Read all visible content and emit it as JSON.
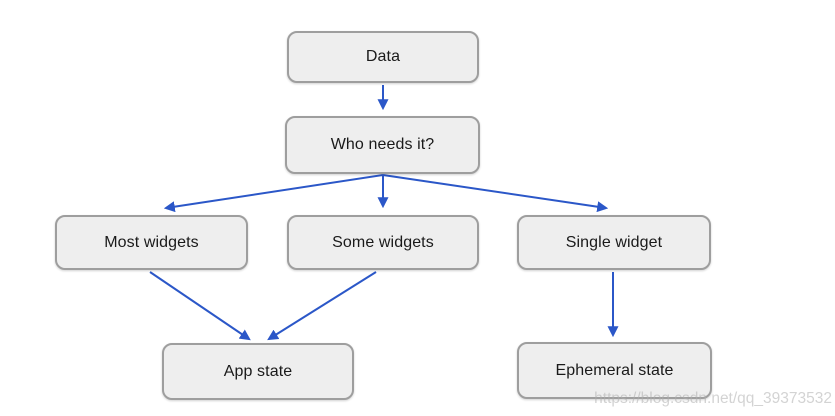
{
  "diagram": {
    "type": "flowchart",
    "nodes": [
      {
        "id": "data",
        "label": "Data"
      },
      {
        "id": "who",
        "label": "Who needs it?"
      },
      {
        "id": "most",
        "label": "Most widgets"
      },
      {
        "id": "some",
        "label": "Some widgets"
      },
      {
        "id": "single",
        "label": "Single widget"
      },
      {
        "id": "app",
        "label": "App state"
      },
      {
        "id": "ephemeral",
        "label": "Ephemeral state"
      }
    ],
    "edges": [
      {
        "from": "Data",
        "to": "Who needs it?"
      },
      {
        "from": "Who needs it?",
        "to": "Most widgets"
      },
      {
        "from": "Who needs it?",
        "to": "Some widgets"
      },
      {
        "from": "Who needs it?",
        "to": "Single widget"
      },
      {
        "from": "Most widgets",
        "to": "App state"
      },
      {
        "from": "Some widgets",
        "to": "App state"
      },
      {
        "from": "Single widget",
        "to": "Ephemeral state"
      }
    ],
    "colors": {
      "arrow": "#2b57c8",
      "node_fill": "#eeeeee",
      "node_border": "#9e9e9e",
      "text": "#1a1a1a"
    }
  },
  "watermark": {
    "text": "https://blog.csdn.net/qq_39373532"
  }
}
